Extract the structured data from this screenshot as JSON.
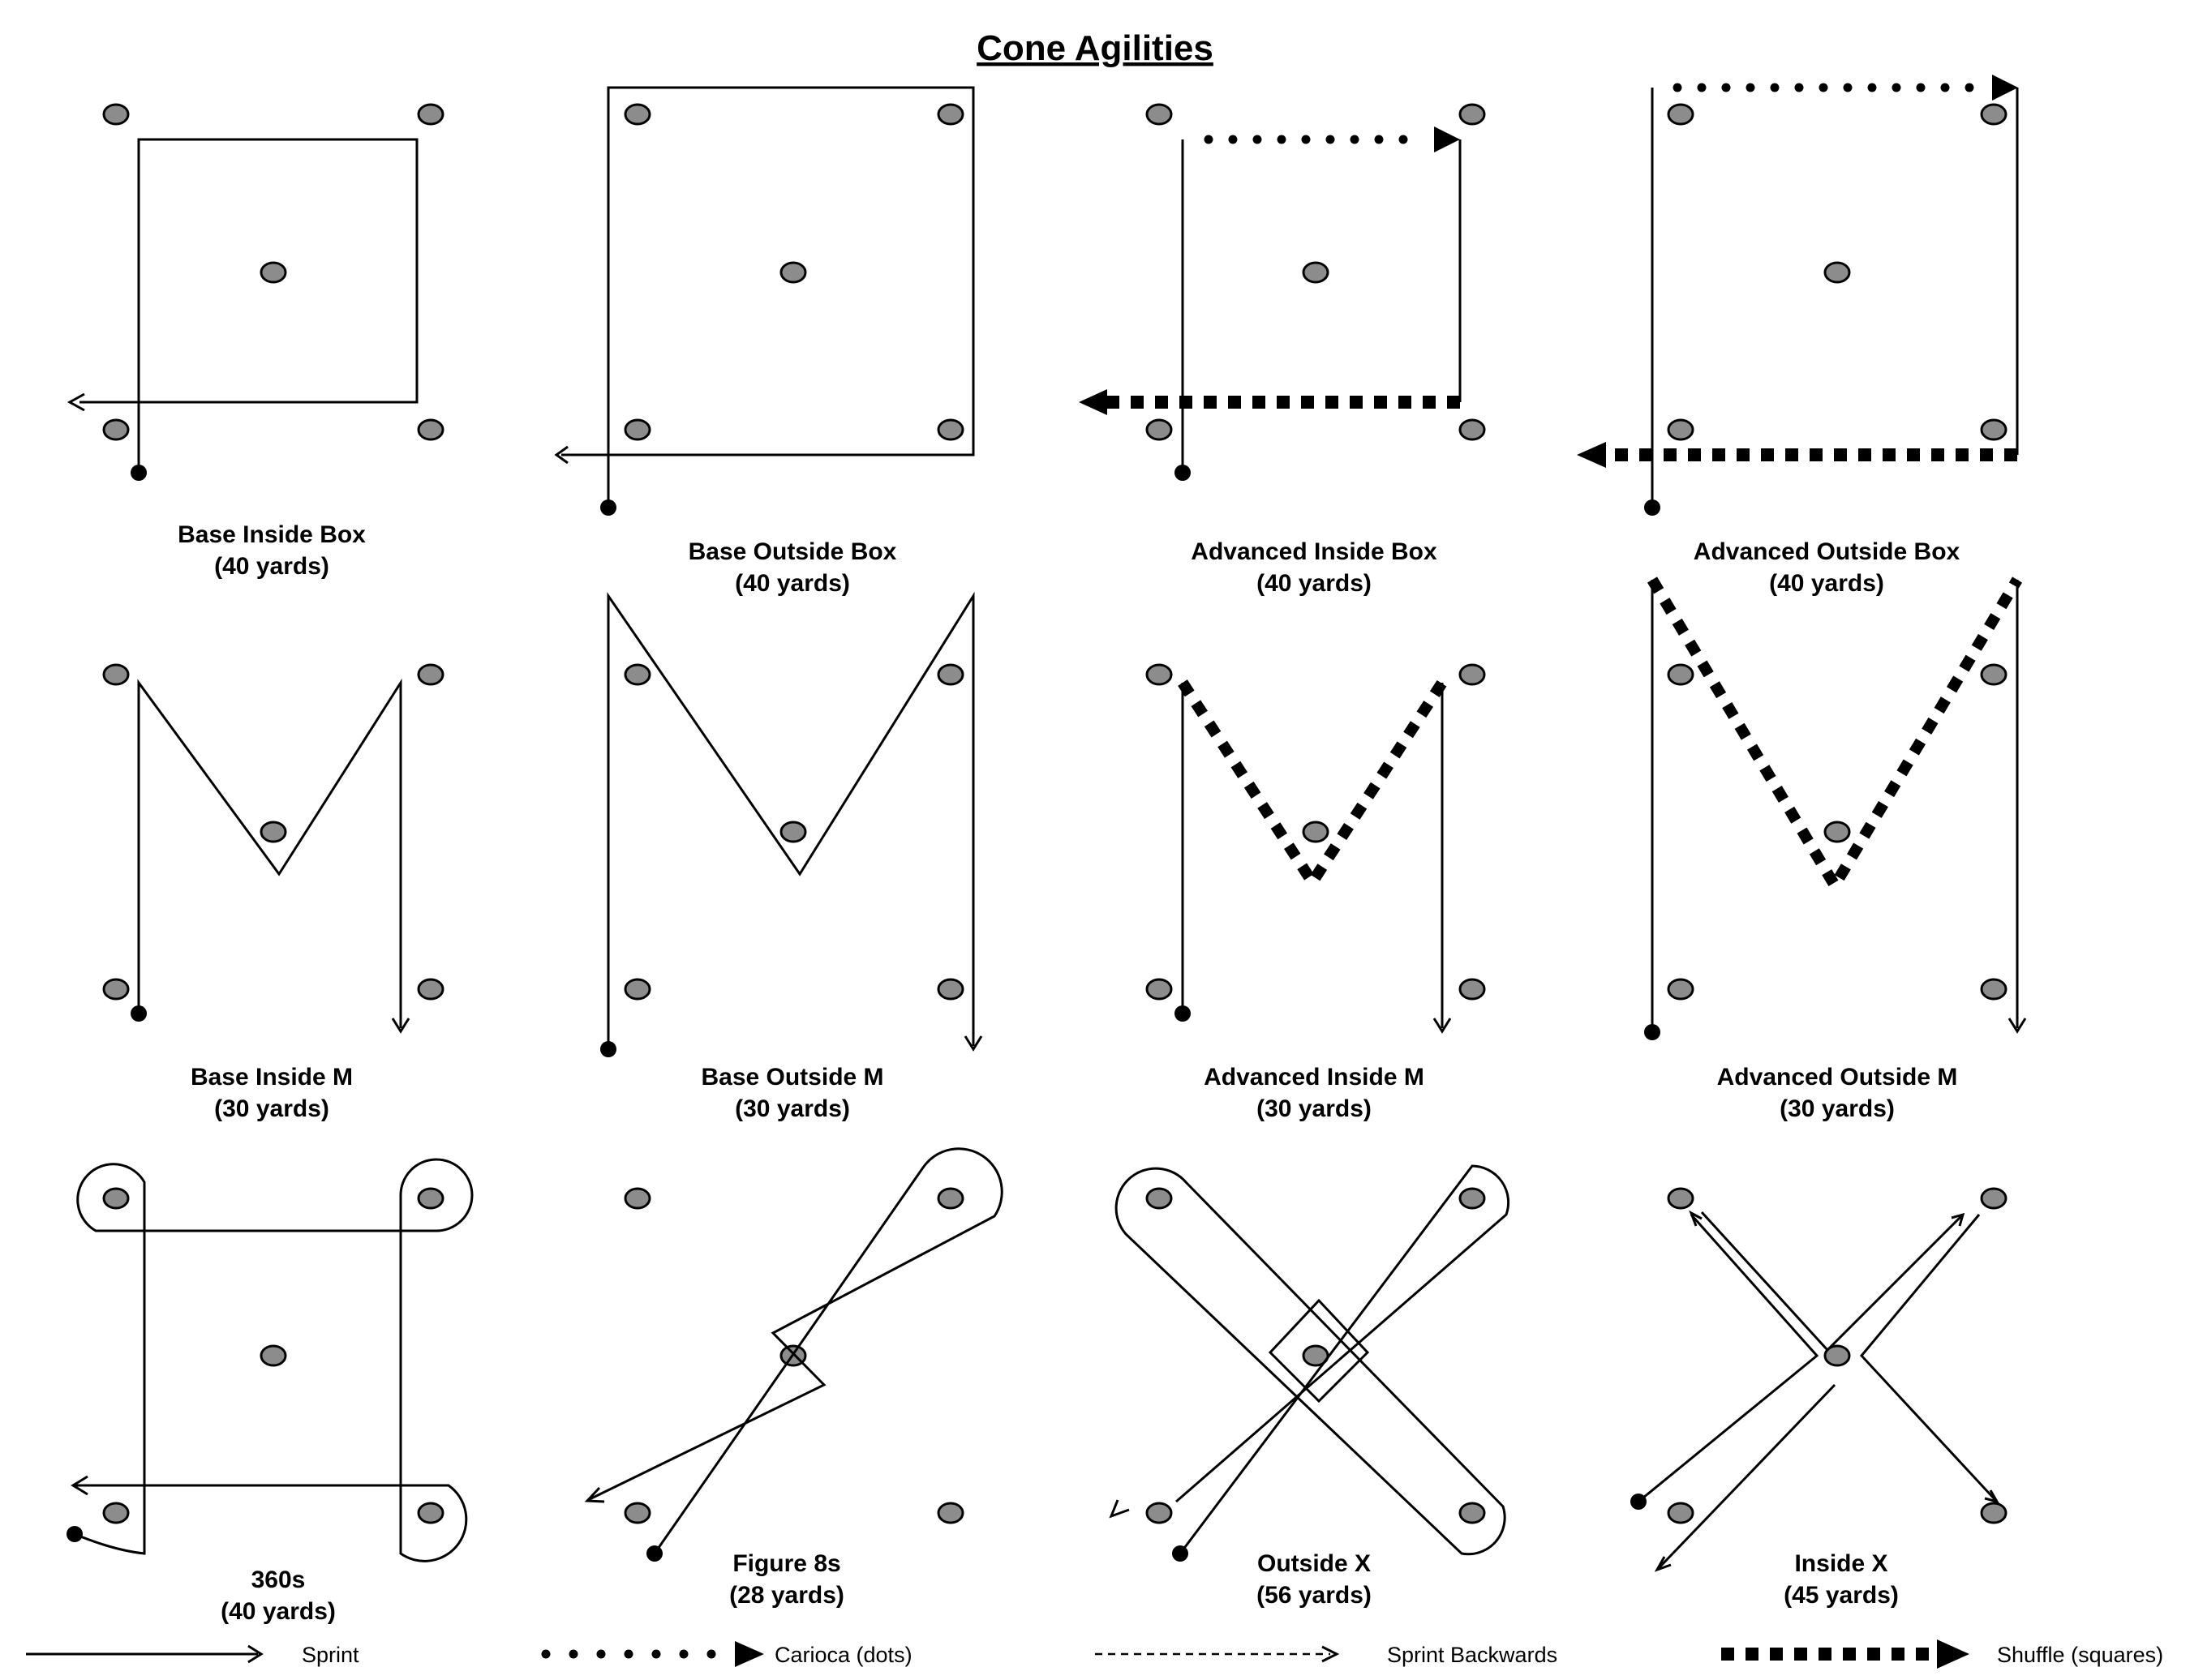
{
  "title": "Cone Agilities",
  "diagrams": [
    {
      "name": "Base Inside Box",
      "distance": "(40 yards)"
    },
    {
      "name": "Base Outside Box",
      "distance": "(40 yards)"
    },
    {
      "name": "Advanced Inside Box",
      "distance": "(40 yards)"
    },
    {
      "name": "Advanced Outside Box",
      "distance": "(40 yards)"
    },
    {
      "name": "Base Inside M",
      "distance": "(30 yards)"
    },
    {
      "name": "Base Outside M",
      "distance": "(30 yards)"
    },
    {
      "name": "Advanced Inside M",
      "distance": "(30 yards)"
    },
    {
      "name": "Advanced Outside M",
      "distance": "(30 yards)"
    },
    {
      "name": "360s",
      "distance": "(40 yards)"
    },
    {
      "name": "Figure 8s",
      "distance": "(28 yards)"
    },
    {
      "name": "Outside X",
      "distance": "(56 yards)"
    },
    {
      "name": "Inside X",
      "distance": "(45 yards)"
    }
  ],
  "legend": {
    "sprint": "Sprint",
    "carioca": "Carioca (dots)",
    "backwards": "Sprint Backwards",
    "shuffle": "Shuffle (squares)"
  },
  "colors": {
    "cone_fill": "#8c8c8c",
    "lines": "#000000"
  }
}
